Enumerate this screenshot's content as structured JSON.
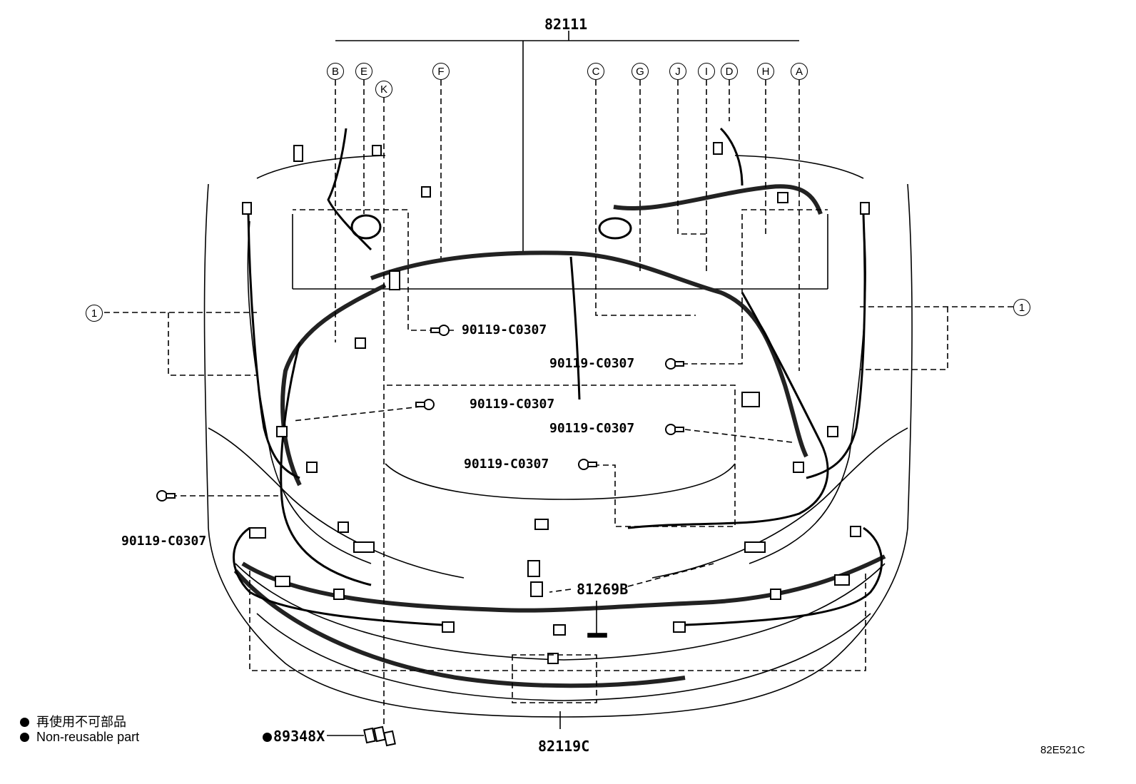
{
  "top_part_number": "82111",
  "callouts_top": [
    "B",
    "E",
    "K",
    "F",
    "C",
    "G",
    "J",
    "I",
    "D",
    "H",
    "A"
  ],
  "side_callout": "1",
  "bolt_part_number": "90119-C0307",
  "part_81269B": "81269B",
  "part_82119C": "82119C",
  "part_89348X": "89348X",
  "legend": {
    "japanese": "再使用不可部品",
    "english": "Non-reusable part"
  },
  "diagram_code": "82E521C",
  "colors": {
    "line": "#000000",
    "background": "#ffffff"
  }
}
